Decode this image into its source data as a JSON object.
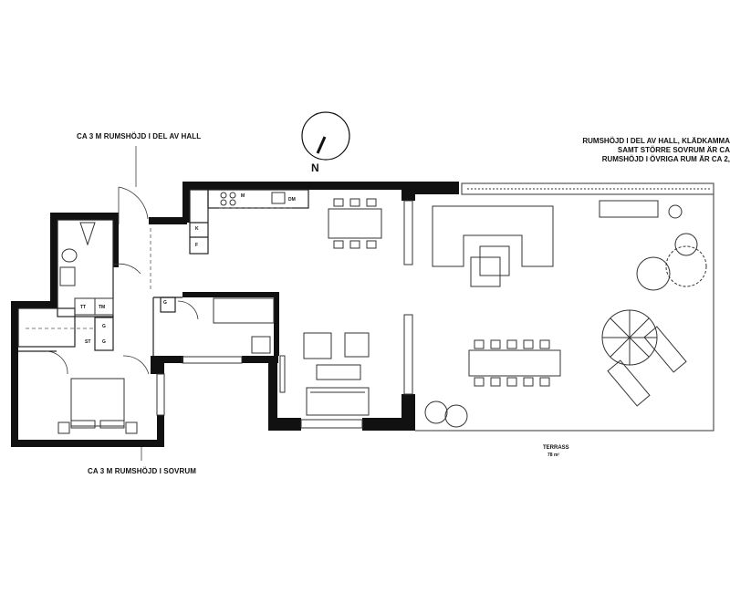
{
  "notes": {
    "hall_height": "CA 3 M RUMSHÖJD I DEL AV HALL",
    "bedroom_height": "CA 3 M RUMSHÖJD I SOVRUM",
    "right_note": [
      "RUMSHÖJD I DEL AV HALL, KLÄDKAMMA",
      "SAMT STÖRRE SOVRUM ÄR CA",
      "RUMSHÖJD I ÖVRIGA RUM ÄR CA 2,"
    ]
  },
  "compass": {
    "label": "N"
  },
  "terrace": {
    "label": "TERRASS",
    "area": "78 m²"
  },
  "fixtures": {
    "tt": "TT",
    "tm": "TM",
    "st": "ST",
    "g1": "G",
    "g2": "G",
    "g3": "G",
    "k": "K",
    "f": "F",
    "m": "M",
    "dm": "DM"
  },
  "colors": {
    "wall": "#111111",
    "line": "#333333",
    "background": "#ffffff"
  }
}
